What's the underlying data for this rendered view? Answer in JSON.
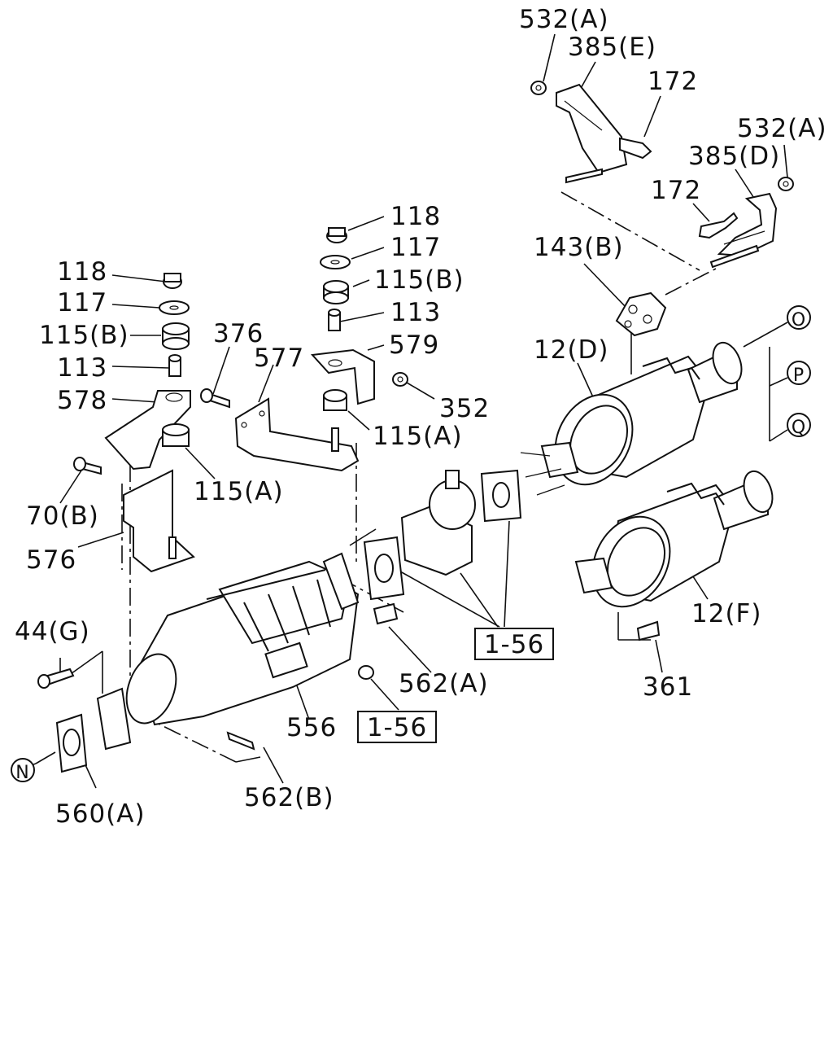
{
  "callouts": [
    {
      "id": "c-532a-top",
      "text": "532(A)"
    },
    {
      "id": "c-385e",
      "text": "385(E)"
    },
    {
      "id": "c-172-top",
      "text": "172"
    },
    {
      "id": "c-532a-right",
      "text": "532(A)"
    },
    {
      "id": "c-385d",
      "text": "385(D)"
    },
    {
      "id": "c-172-mid",
      "text": "172"
    },
    {
      "id": "c-143b",
      "text": "143(B)"
    },
    {
      "id": "c-12d",
      "text": "12(D)"
    },
    {
      "id": "c-118-center",
      "text": "118"
    },
    {
      "id": "c-117-center",
      "text": "117"
    },
    {
      "id": "c-115b-center",
      "text": "115(B)"
    },
    {
      "id": "c-113-center",
      "text": "113"
    },
    {
      "id": "c-579",
      "text": "579"
    },
    {
      "id": "c-352",
      "text": "352"
    },
    {
      "id": "c-115a-center",
      "text": "115(A)"
    },
    {
      "id": "c-376",
      "text": "376"
    },
    {
      "id": "c-577",
      "text": "577"
    },
    {
      "id": "c-118-left",
      "text": "118"
    },
    {
      "id": "c-117-left",
      "text": "117"
    },
    {
      "id": "c-115b-left",
      "text": "115(B)"
    },
    {
      "id": "c-113-left",
      "text": "113"
    },
    {
      "id": "c-578",
      "text": "578"
    },
    {
      "id": "c-115a-left",
      "text": "115(A)"
    },
    {
      "id": "c-70b",
      "text": "70(B)"
    },
    {
      "id": "c-576",
      "text": "576"
    },
    {
      "id": "c-44g",
      "text": "44(G)"
    },
    {
      "id": "c-556",
      "text": "556"
    },
    {
      "id": "c-562a",
      "text": "562(A)"
    },
    {
      "id": "c-562b",
      "text": "562(B)"
    },
    {
      "id": "c-560a",
      "text": "560(A)"
    },
    {
      "id": "c-12f",
      "text": "12(F)"
    },
    {
      "id": "c-361",
      "text": "361"
    }
  ],
  "reference_boxes": [
    {
      "id": "ref-right",
      "text": "1-56"
    },
    {
      "id": "ref-center",
      "text": "1-56"
    }
  ],
  "circle_markers": [
    {
      "id": "marker-o",
      "text": "O"
    },
    {
      "id": "marker-p",
      "text": "P"
    },
    {
      "id": "marker-q",
      "text": "Q"
    },
    {
      "id": "marker-n",
      "text": "N"
    }
  ]
}
